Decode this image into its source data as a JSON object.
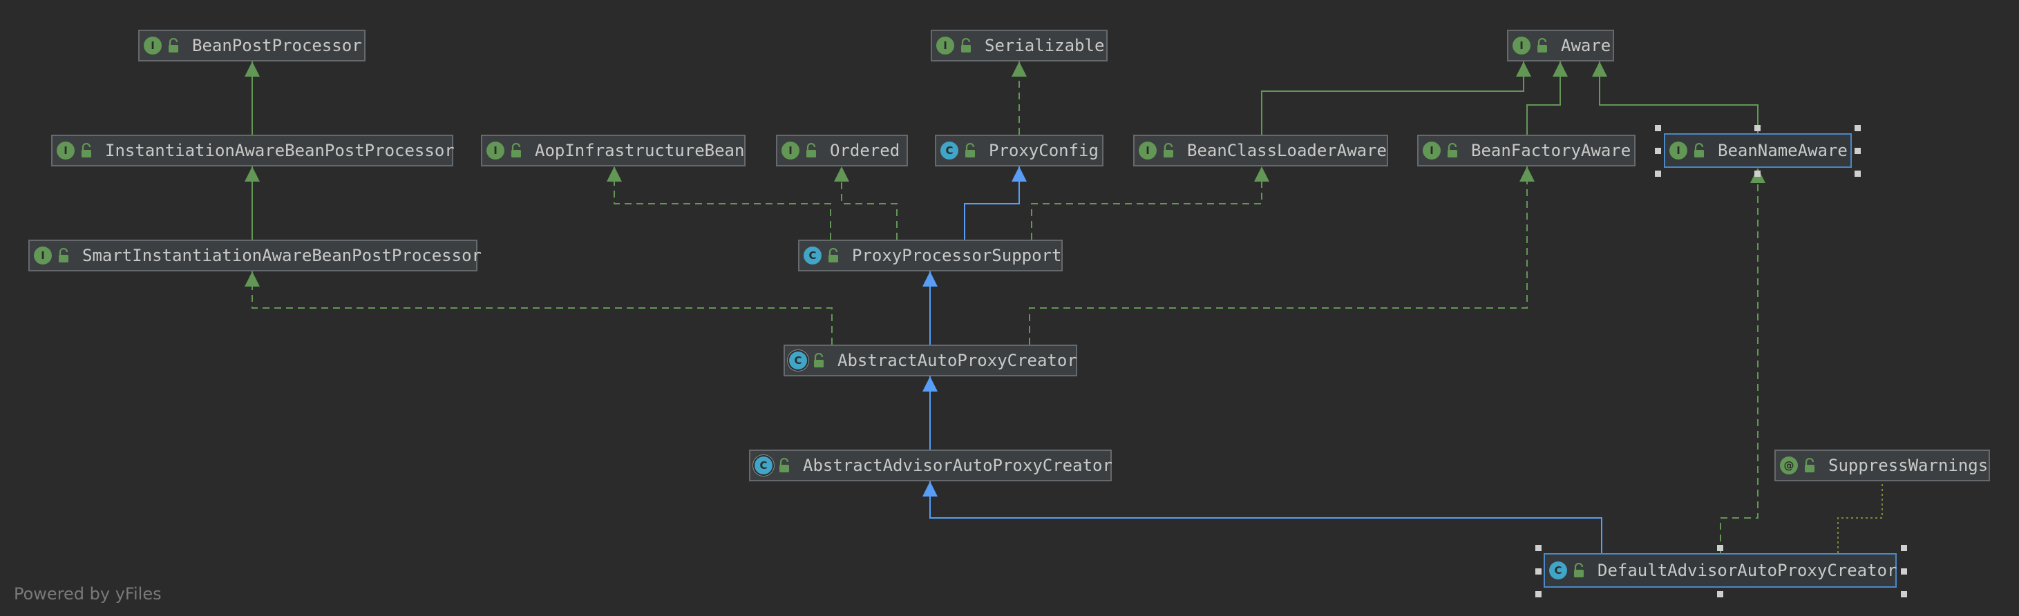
{
  "nodes": [
    {
      "id": "beanpostprocessor",
      "label": "BeanPostProcessor",
      "kind": "interface",
      "badge": "I"
    },
    {
      "id": "serializable",
      "label": "Serializable",
      "kind": "interface",
      "badge": "I"
    },
    {
      "id": "aware",
      "label": "Aware",
      "kind": "interface",
      "badge": "I"
    },
    {
      "id": "instantiationawarebeanpostprocessor",
      "label": "InstantiationAwareBeanPostProcessor",
      "kind": "interface",
      "badge": "I"
    },
    {
      "id": "aopinfrastructurebean",
      "label": "AopInfrastructureBean",
      "kind": "interface",
      "badge": "I"
    },
    {
      "id": "ordered",
      "label": "Ordered",
      "kind": "interface",
      "badge": "I"
    },
    {
      "id": "proxyconfig",
      "label": "ProxyConfig",
      "kind": "class",
      "badge": "C"
    },
    {
      "id": "beanclassloaderaware",
      "label": "BeanClassLoaderAware",
      "kind": "interface",
      "badge": "I"
    },
    {
      "id": "beanfactoryaware",
      "label": "BeanFactoryAware",
      "kind": "interface",
      "badge": "I"
    },
    {
      "id": "beannameaware",
      "label": "BeanNameAware",
      "kind": "interface",
      "badge": "I",
      "selected": true
    },
    {
      "id": "smartinstantiationawarebeanpostprocessor",
      "label": "SmartInstantiationAwareBeanPostProcessor",
      "kind": "interface",
      "badge": "I"
    },
    {
      "id": "proxyprocessorsupport",
      "label": "ProxyProcessorSupport",
      "kind": "class",
      "badge": "C"
    },
    {
      "id": "abstractautoproxycreator",
      "label": "AbstractAutoProxyCreator",
      "kind": "abstract",
      "badge": "C"
    },
    {
      "id": "abstractadvisorautoproxycreator",
      "label": "AbstractAdvisorAutoProxyCreator",
      "kind": "abstract",
      "badge": "C"
    },
    {
      "id": "suppresswarnings",
      "label": "SuppressWarnings",
      "kind": "annotation",
      "badge": "@"
    },
    {
      "id": "defaultadvisorautoproxycreator",
      "label": "DefaultAdvisorAutoProxyCreator",
      "kind": "class",
      "badge": "C",
      "selected": true
    }
  ],
  "edges": [
    {
      "from": "instantiationawarebeanpostprocessor",
      "to": "beanpostprocessor",
      "type": "extends"
    },
    {
      "from": "smartinstantiationawarebeanpostprocessor",
      "to": "instantiationawarebeanpostprocessor",
      "type": "extends"
    },
    {
      "from": "proxyconfig",
      "to": "serializable",
      "type": "implements"
    },
    {
      "from": "beanclassloaderaware",
      "to": "aware",
      "type": "extends"
    },
    {
      "from": "beanfactoryaware",
      "to": "aware",
      "type": "extends"
    },
    {
      "from": "beannameaware",
      "to": "aware",
      "type": "extends"
    },
    {
      "from": "proxyprocessorsupport",
      "to": "aopinfrastructurebean",
      "type": "implements"
    },
    {
      "from": "proxyprocessorsupport",
      "to": "ordered",
      "type": "implements"
    },
    {
      "from": "proxyprocessorsupport",
      "to": "proxyconfig",
      "type": "class-extends"
    },
    {
      "from": "proxyprocessorsupport",
      "to": "beanclassloaderaware",
      "type": "implements"
    },
    {
      "from": "abstractautoproxycreator",
      "to": "proxyprocessorsupport",
      "type": "class-extends"
    },
    {
      "from": "abstractautoproxycreator",
      "to": "smartinstantiationawarebeanpostprocessor",
      "type": "implements"
    },
    {
      "from": "abstractautoproxycreator",
      "to": "beanfactoryaware",
      "type": "implements"
    },
    {
      "from": "abstractadvisorautoproxycreator",
      "to": "abstractautoproxycreator",
      "type": "class-extends"
    },
    {
      "from": "defaultadvisorautoproxycreator",
      "to": "abstractadvisorautoproxycreator",
      "type": "class-extends"
    },
    {
      "from": "defaultadvisorautoproxycreator",
      "to": "beannameaware",
      "type": "implements"
    },
    {
      "from": "defaultadvisorautoproxycreator",
      "to": "suppresswarnings",
      "type": "annotated"
    }
  ],
  "colors": {
    "background": "#2b2b2b",
    "node_fill": "#3c3f41",
    "node_border": "#66696c",
    "selection": "#4a88c7",
    "interface_edge": "#629755",
    "class_edge": "#589df6",
    "annotation_edge": "#7a8a3a"
  },
  "icons": {
    "lock": "lock-open-icon"
  },
  "watermark": "Powered by yFiles"
}
